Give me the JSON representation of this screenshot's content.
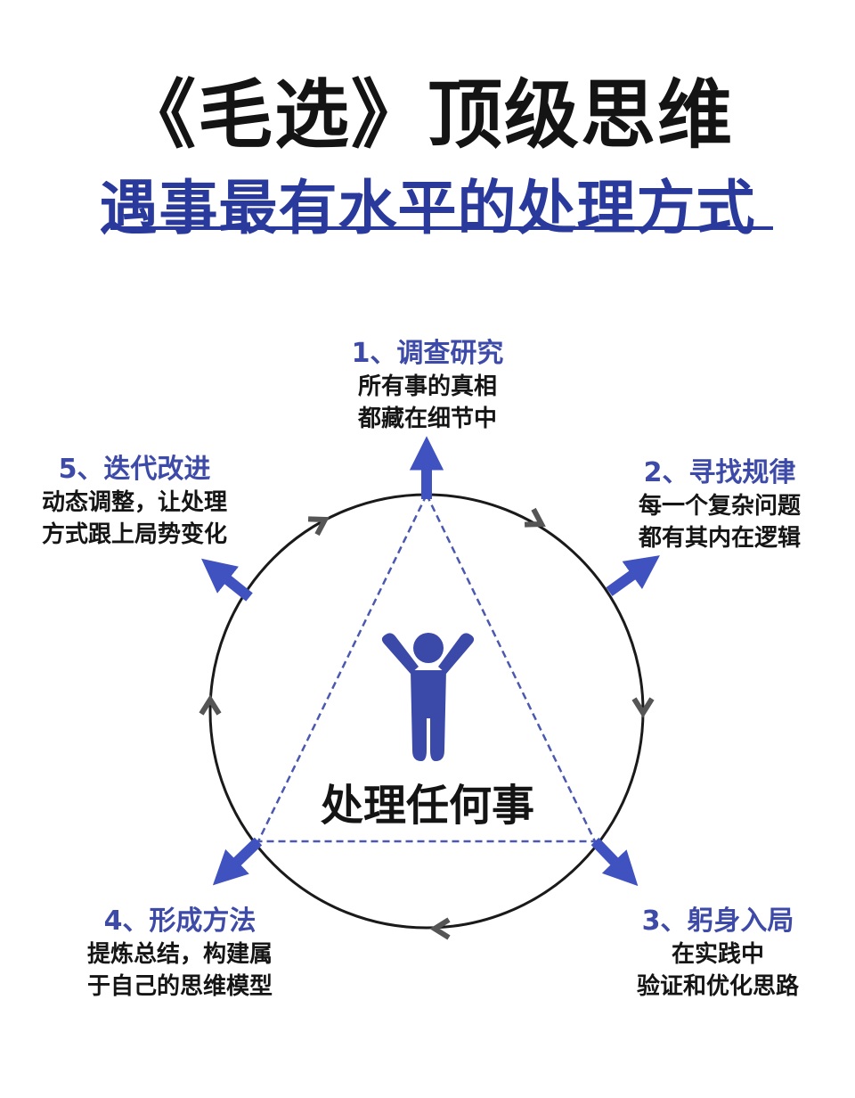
{
  "title": "《毛选》顶级思维",
  "subtitle": "遇事最有水平的处理方式",
  "center_label": "处理任何事",
  "steps": [
    {
      "title": "1、调查研究",
      "lines": [
        "所有事的真相",
        "都藏在细节中"
      ]
    },
    {
      "title": "2、寻找规律",
      "lines": [
        "每一个复杂问题",
        "都有其内在逻辑"
      ]
    },
    {
      "title": "3、躬身入局",
      "lines": [
        "在实践中",
        "验证和优化思路"
      ]
    },
    {
      "title": "4、形成方法",
      "lines": [
        "提炼总结，构建属",
        "于自己的思维模型"
      ]
    },
    {
      "title": "5、迭代改进",
      "lines": [
        "动态调整，让处理",
        "方式跟上局势变化"
      ]
    }
  ],
  "colors": {
    "accent_blue": "#3d4aa8",
    "arrow_blue": "#3f52c0",
    "triangle_line": "#4b58b0",
    "chevron_gray": "#555555",
    "text_dark": "#141414"
  },
  "icons": {
    "person": "person-arms-raised-icon",
    "chevron": "chevron-arrow-icon"
  }
}
